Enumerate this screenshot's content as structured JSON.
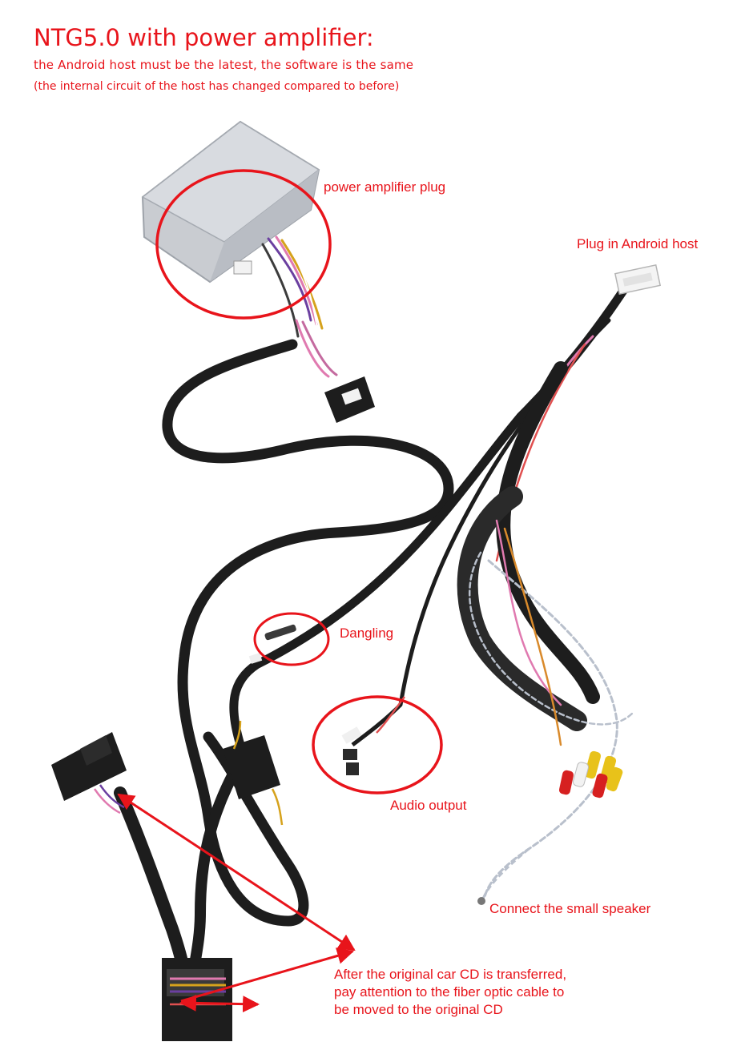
{
  "header": {
    "title": "NTG5.0 with power amplifier:",
    "subtitle": "the Android host must be the latest, the software is the same",
    "note": "(the internal circuit of the host has changed compared to before)"
  },
  "callouts": {
    "power_amplifier_plug": "power amplifier plug",
    "plug_in_android_host": "Plug in Android host",
    "dangling": "Dangling",
    "audio_output": "Audio output",
    "connect_small_speaker": "Connect the small speaker",
    "original_cd_note": "After the original car CD is transferred, pay attention to the fiber optic cable to be moved to the original CD"
  },
  "colors": {
    "annotation_red": "#e8141b",
    "cable_black": "#1d1d1d",
    "module_grey": "#c9ccd1"
  }
}
